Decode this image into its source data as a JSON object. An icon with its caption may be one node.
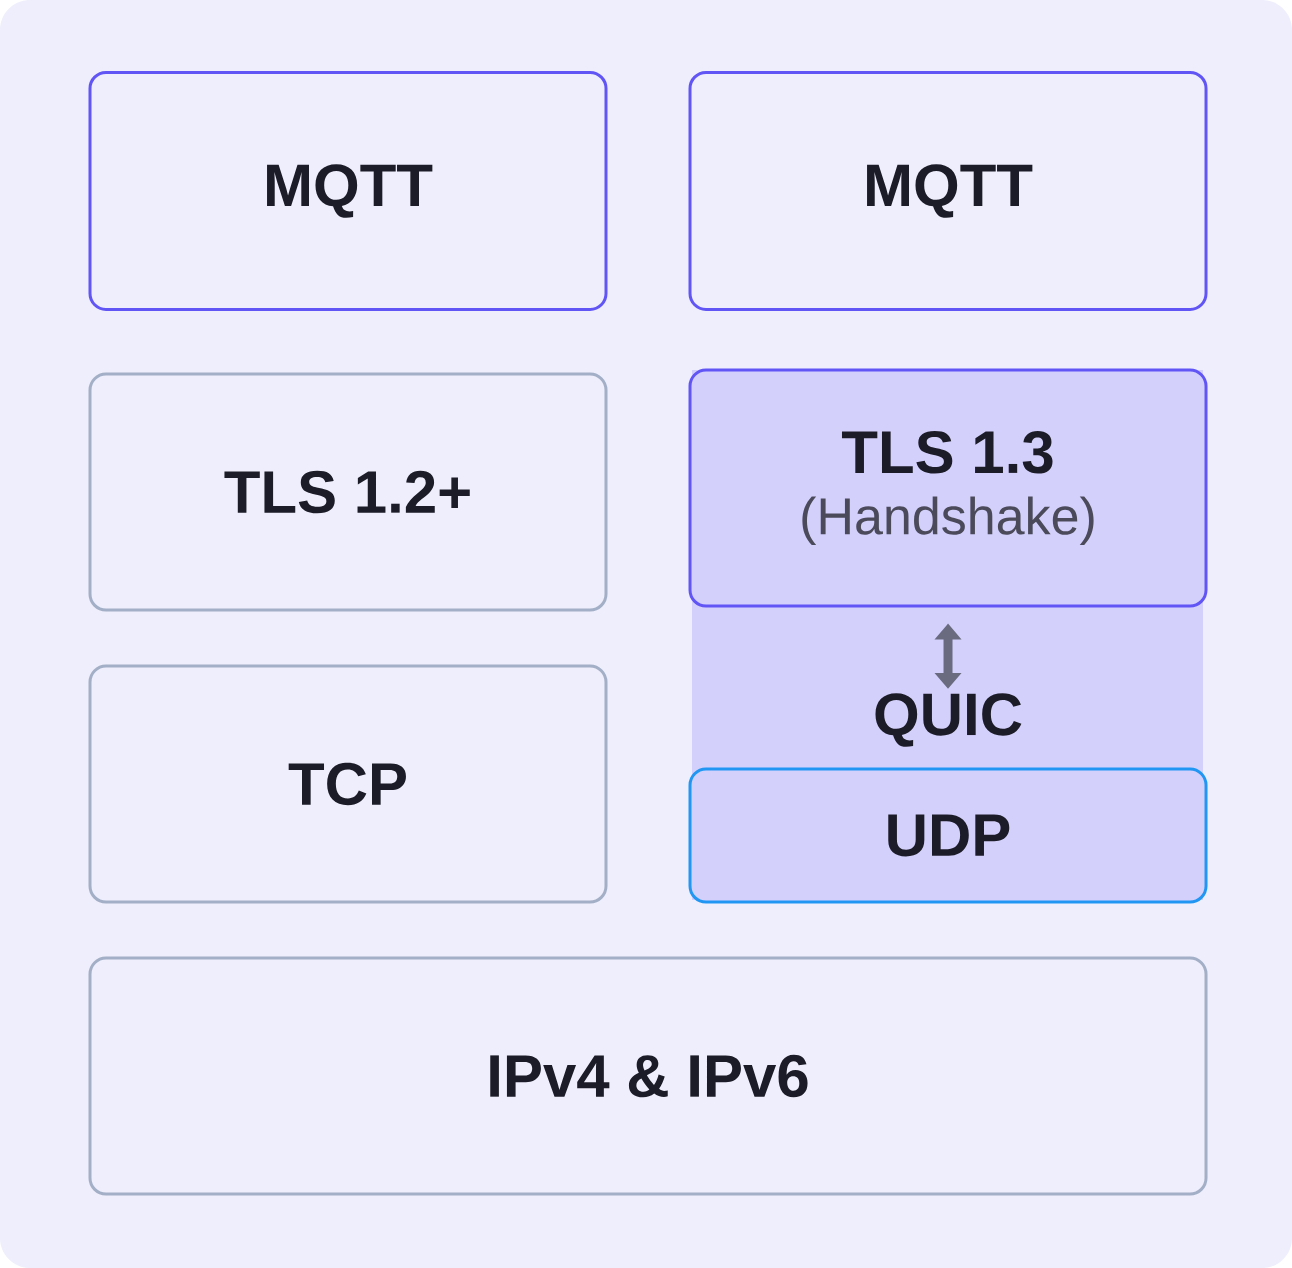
{
  "diagram": {
    "nodes": [
      {
        "text": [
          "MQTT"
        ]
      },
      {
        "text": [
          "MQTT"
        ]
      },
      {
        "text": [
          "TLS 1.2+"
        ]
      },
      {
        "text": [],
        "shape": "box"
      },
      {
        "text": [
          "TLS 1.3",
          "(Handshake)"
        ],
        "in": 3
      },
      {
        "text": [
          "QUIC"
        ],
        "in": 3
      },
      {
        "text": [
          "TCP"
        ]
      },
      {
        "text": [
          "UDP"
        ],
        "in": 3
      },
      {
        "text": [
          "IPv4 & IPv6"
        ]
      }
    ],
    "edges": [
      {
        "from": 4,
        "to": 5,
        "arrow": "both"
      }
    ]
  }
}
